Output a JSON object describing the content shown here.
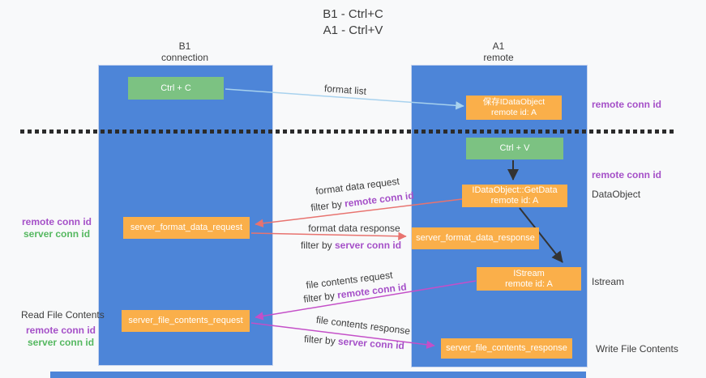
{
  "title": {
    "line1": "B1 - Ctrl+C",
    "line2": "A1 - Ctrl+V"
  },
  "lanes": {
    "left": {
      "header1": "B1",
      "header2": "connection"
    },
    "right": {
      "header1": "A1",
      "header2": "remote"
    }
  },
  "boxes": {
    "ctrl_c": {
      "label": "Ctrl + C"
    },
    "store_dataobject": {
      "line1": "保存IDataObject",
      "line2": "remote id: A"
    },
    "ctrl_v": {
      "label": "Ctrl + V"
    },
    "getdata": {
      "line1": "IDataObject::GetData",
      "line2": "remote id: A"
    },
    "format_request": {
      "label": "server_format_data_request"
    },
    "format_response": {
      "label": "server_format_data_response"
    },
    "istream": {
      "line1": "IStream",
      "line2": "remote id: A"
    },
    "file_request": {
      "label": "server_file_contents_request"
    },
    "file_response": {
      "label": "server_file_contents_response"
    }
  },
  "side_labels": {
    "remote_conn_id_top": "remote conn id",
    "remote_conn_id_mid": "remote conn id",
    "dataobject": "DataObject",
    "istream": "Istream",
    "left_remote_conn_id": "remote conn id",
    "left_server_conn_id": "server conn id",
    "read_file_contents": "Read File Contents",
    "bottom_remote_conn_id": "remote conn id",
    "bottom_server_conn_id": "server conn id",
    "write_file_contents": "Write File Contents"
  },
  "arrow_labels": {
    "format_list": "format list",
    "format_data_request": "format data request",
    "format_data_response": "format data response",
    "file_contents_request": "file contents request",
    "file_contents_response": "file contents response",
    "filter_prefix": "filter by ",
    "remote_conn_id": "remote conn id",
    "server_conn_id": "server conn id"
  },
  "colors": {
    "lane_blue": "#4d85d8",
    "box_green": "#7cc282",
    "box_orange": "#faaf4a",
    "arrow_lightblue": "#a8d2ee",
    "arrow_red": "#e8736f",
    "arrow_magenta": "#c44fc8",
    "text_purple": "#a550c8",
    "text_green": "#55b860",
    "dash_black": "#2b2b2b",
    "background": "#f8f9fa"
  }
}
